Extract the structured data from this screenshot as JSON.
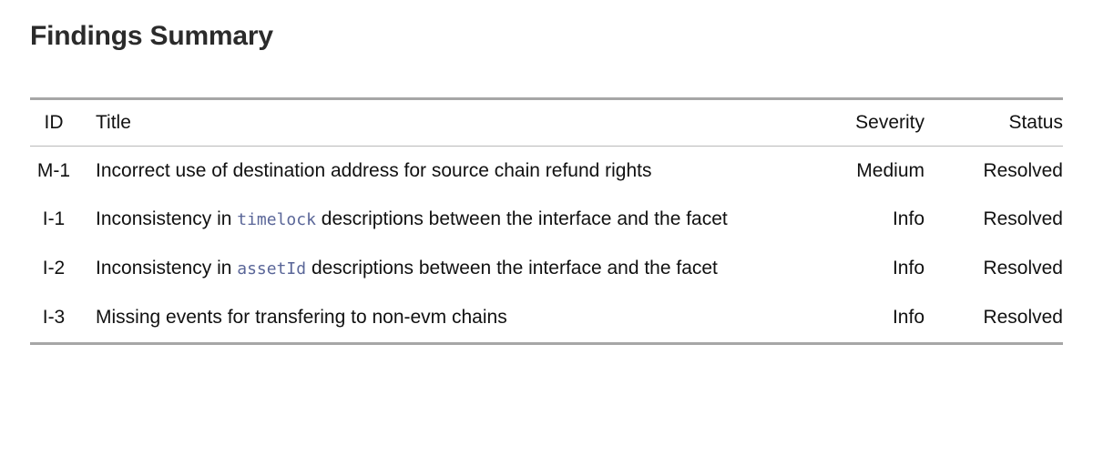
{
  "page": {
    "title": "Findings Summary"
  },
  "table": {
    "columns": [
      {
        "key": "id",
        "label": "ID",
        "align": "center"
      },
      {
        "key": "title",
        "label": "Title",
        "align": "left"
      },
      {
        "key": "severity",
        "label": "Severity",
        "align": "right"
      },
      {
        "key": "status",
        "label": "Status",
        "align": "right"
      }
    ],
    "rows": [
      {
        "id": "M-1",
        "title_before": "Incorrect use of destination address for source chain refund rights",
        "title_code": "",
        "title_after": "",
        "title_plain": "Incorrect use of destination address for source chain refund rights",
        "severity": "Medium",
        "status": "Resolved"
      },
      {
        "id": "I-1",
        "title_before": "Inconsistency in ",
        "title_code": "timelock",
        "title_after": " descriptions between the interface and the facet",
        "title_plain": "Inconsistency in timelock descriptions between the interface and the facet",
        "severity": "Info",
        "status": "Resolved"
      },
      {
        "id": "I-2",
        "title_before": "Inconsistency in ",
        "title_code": "assetId",
        "title_after": " descriptions between the interface and the facet",
        "title_plain": "Inconsistency in assetId descriptions between the interface and the facet",
        "severity": "Info",
        "status": "Resolved"
      },
      {
        "id": "I-3",
        "title_before": "Missing events for transfering to non-evm chains",
        "title_code": "",
        "title_after": "",
        "title_plain": "Missing events for transfering to non-evm chains",
        "severity": "Info",
        "status": "Resolved"
      }
    ]
  },
  "colors": {
    "text": "#111111",
    "heading": "#2b2b2b",
    "code": "#5a6698",
    "rule_heavy": "#a6a6a6",
    "rule_light": "#b9b9b9",
    "background": "#ffffff"
  }
}
